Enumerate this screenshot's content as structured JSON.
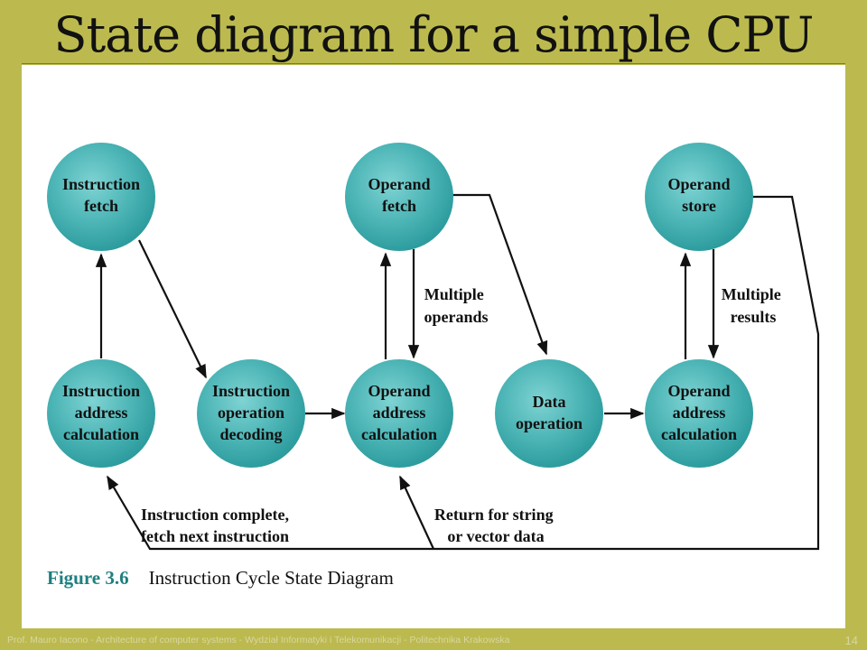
{
  "slide": {
    "title": "State diagram for a simple CPU",
    "footer": "Prof. Mauro Iacono - Architecture of computer systems - Wydział Informatyki i Telekomunikacji - Politechnika Krakowska",
    "page_number": "14"
  },
  "figure": {
    "number": "Figure 3.6",
    "caption": "Instruction Cycle State Diagram"
  },
  "colors": {
    "background": "#bcba4e",
    "node_light": "#7fd3d3",
    "node_dark": "#2a9a9c",
    "caption_accent": "#1f7f80"
  },
  "nodes": [
    {
      "id": "instruction-fetch",
      "lines": [
        "Instruction",
        "fetch"
      ]
    },
    {
      "id": "operand-fetch",
      "lines": [
        "Operand",
        "fetch"
      ]
    },
    {
      "id": "operand-store",
      "lines": [
        "Operand",
        "store"
      ]
    },
    {
      "id": "instruction-address-calculation",
      "lines": [
        "Instruction",
        "address",
        "calculation"
      ]
    },
    {
      "id": "instruction-operation-decoding",
      "lines": [
        "Instruction",
        "operation",
        "decoding"
      ]
    },
    {
      "id": "operand-address-calculation-1",
      "lines": [
        "Operand",
        "address",
        "calculation"
      ]
    },
    {
      "id": "data-operation",
      "lines": [
        "Data",
        "operation"
      ]
    },
    {
      "id": "operand-address-calculation-2",
      "lines": [
        "Operand",
        "address",
        "calculation"
      ]
    }
  ],
  "edge_labels": {
    "multiple_operands": [
      "Multiple",
      "operands"
    ],
    "multiple_results": [
      "Multiple",
      "results"
    ],
    "instruction_complete": [
      "Instruction complete,",
      "fetch next instruction"
    ],
    "return_string": [
      "Return for string",
      "or vector data"
    ]
  }
}
